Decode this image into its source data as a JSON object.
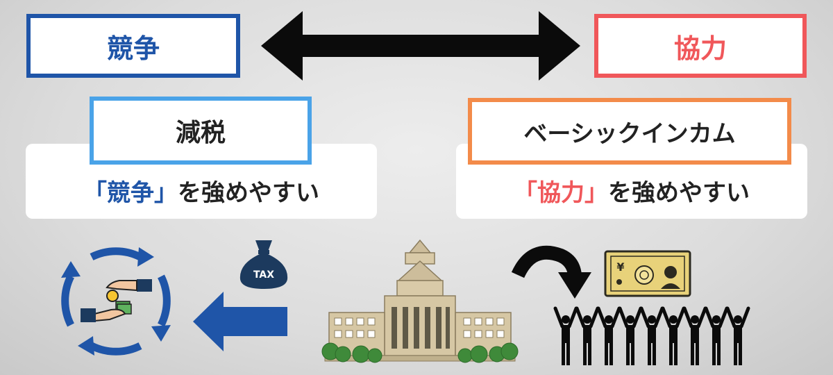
{
  "top": {
    "compete": "競争",
    "cooperate": "協力"
  },
  "left": {
    "policy": "減税",
    "tagline_open": "「",
    "tagline_keyword": "競争",
    "tagline_close": "」",
    "tagline_rest": "を強めやすい"
  },
  "right": {
    "policy": "ベーシックインカム",
    "tagline_open": "「",
    "tagline_keyword": "協力",
    "tagline_close": "」",
    "tagline_rest": "を強めやすい"
  },
  "icons": {
    "tax_bag_label": "TAX",
    "banknote_symbol": "¥"
  },
  "colors": {
    "compete": "#1f55a8",
    "cooperate": "#f0575a",
    "tax_border": "#4aa3e8",
    "bi_border": "#f38b4a"
  }
}
